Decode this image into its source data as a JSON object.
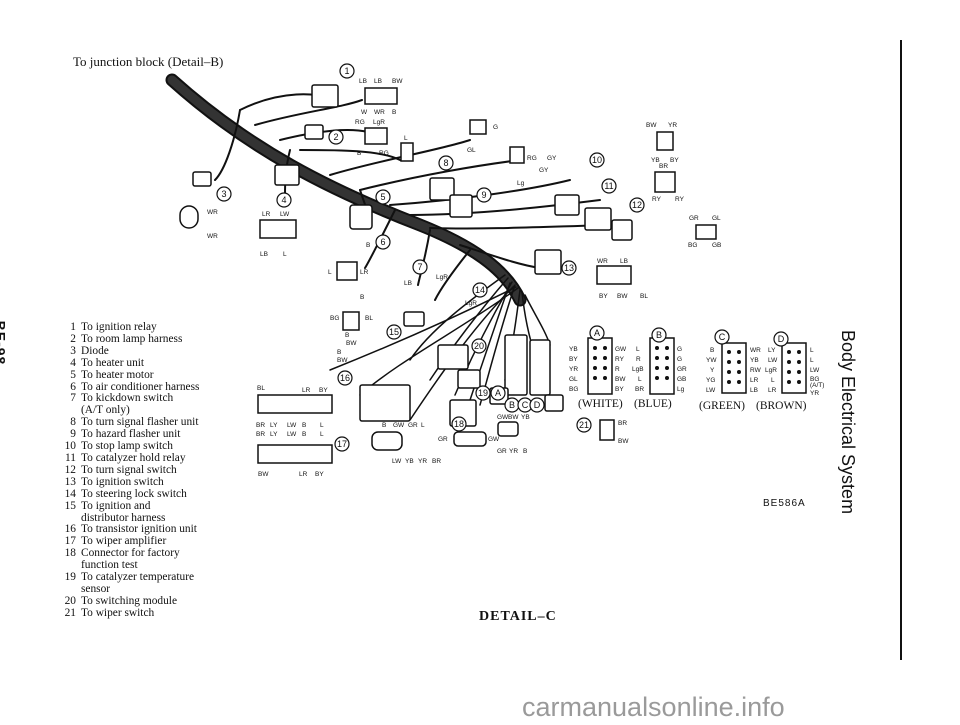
{
  "page": {
    "top_label": "To junction block (Detail–B)",
    "side_page_number": "BE-98",
    "side_section_title": "Body Electrical System",
    "figure_code": "BE586A",
    "detail_title": "DETAIL–C",
    "watermark": "carmanualsonline.info"
  },
  "legend": [
    {
      "num": "1",
      "text": "To ignition relay"
    },
    {
      "num": "2",
      "text": "To room lamp harness"
    },
    {
      "num": "3",
      "text": "Diode"
    },
    {
      "num": "4",
      "text": "To heater unit"
    },
    {
      "num": "5",
      "text": "To heater motor"
    },
    {
      "num": "6",
      "text": "To air conditioner harness"
    },
    {
      "num": "7",
      "text": "To kickdown switch"
    },
    {
      "num": "",
      "text": "(A/T only)"
    },
    {
      "num": "8",
      "text": "To turn signal flasher unit"
    },
    {
      "num": "9",
      "text": "To hazard flasher unit"
    },
    {
      "num": "10",
      "text": "To stop lamp switch"
    },
    {
      "num": "11",
      "text": "To catalyzer hold relay"
    },
    {
      "num": "12",
      "text": "To turn signal switch"
    },
    {
      "num": "13",
      "text": "To ignition switch"
    },
    {
      "num": "14",
      "text": "To steering lock switch"
    },
    {
      "num": "15",
      "text": "To ignition and"
    },
    {
      "num": "",
      "text": "distributor harness"
    },
    {
      "num": "16",
      "text": "To transistor ignition unit"
    },
    {
      "num": "17",
      "text": "To wiper amplifier"
    },
    {
      "num": "18",
      "text": "Connector for factory"
    },
    {
      "num": "",
      "text": "function test"
    },
    {
      "num": "19",
      "text": "To catalyzer temperature"
    },
    {
      "num": "",
      "text": "sensor"
    },
    {
      "num": "20",
      "text": "To switching module"
    },
    {
      "num": "21",
      "text": "To wiper switch"
    }
  ],
  "connector_colors": {
    "a": "(WHITE)",
    "b": "(BLUE)",
    "c": "(GREEN)",
    "d": "(BROWN)"
  },
  "callouts": {
    "n1": "1",
    "n2": "2",
    "n3": "3",
    "n4": "4",
    "n5": "5",
    "n6": "6",
    "n7": "7",
    "n8": "8",
    "n9": "9",
    "n10": "10",
    "n11": "11",
    "n12": "12",
    "n13": "13",
    "n14": "14",
    "n15": "15",
    "n16": "16",
    "n17": "17",
    "n18": "18",
    "n19": "19",
    "n20": "20",
    "n21": "21",
    "la": "A",
    "lb": "B",
    "lc": "C",
    "ld": "D"
  },
  "wire_codes": {
    "c1_top": [
      "LB",
      "LB",
      "BW"
    ],
    "c1_bot": [
      "W",
      "WR",
      "B"
    ],
    "c2": [
      "RG",
      "LgR",
      "B",
      "RG",
      "L"
    ],
    "c3": [
      "WR",
      "WR"
    ],
    "c4_top": [
      "LR",
      "LW"
    ],
    "c4_bot": [
      "LB",
      "L"
    ],
    "c6": [
      "B",
      "L",
      "LR",
      "B"
    ],
    "c7": [
      "LgR",
      "LB",
      "LgR"
    ],
    "c8": [
      "G",
      "GL"
    ],
    "c9": [
      "RG",
      "GY",
      "GY",
      "Lg"
    ],
    "c10": [
      "BW",
      "YR",
      "YB",
      "BR",
      "BY"
    ],
    "c11": [
      "RY",
      "RY"
    ],
    "c12": [
      "GR",
      "GL",
      "BG",
      "GB"
    ],
    "c13": [
      "WR",
      "LB",
      "BY",
      "BW",
      "BL"
    ],
    "c15": [
      "BG",
      "BL",
      "B",
      "BW"
    ],
    "c16": [
      "B",
      "BW"
    ],
    "c17": [
      "B",
      "GW",
      "GR",
      "L",
      "GR",
      "GW",
      "LW",
      "YB",
      "YR",
      "BR"
    ],
    "c18": [
      "GW",
      "BW",
      "YB",
      "GR",
      "YR",
      "B"
    ],
    "c21": [
      "BR",
      "BW"
    ],
    "big_top": [
      "BL",
      "LR",
      "BY"
    ],
    "big_mid": [
      "BR",
      "LY",
      "LW",
      "B",
      "L"
    ],
    "big_mid2": [
      "BR",
      "LY",
      "LW",
      "B",
      "L"
    ],
    "big_bot": [
      "BW",
      "LR",
      "BY"
    ],
    "a_left": [
      "YB",
      "BY",
      "YR",
      "GL",
      "BG"
    ],
    "a_right": [
      "GW",
      "RY",
      "R",
      "BW",
      "BY"
    ],
    "b_left": [
      "L",
      "R",
      "LgB",
      "L",
      "BR"
    ],
    "b_right": [
      "G",
      "G",
      "GR",
      "GB",
      "Lg"
    ],
    "c_left": [
      "B",
      "YW",
      "Y",
      "YG",
      "LW"
    ],
    "c_right": [
      "WR",
      "YB",
      "RW",
      "LR",
      "LB"
    ],
    "d_left": [
      "LY",
      "LW",
      "LgR",
      "L",
      "LR"
    ],
    "d_right": [
      "L",
      "L",
      "LW",
      "BG",
      "(A/T)",
      "YR"
    ]
  }
}
